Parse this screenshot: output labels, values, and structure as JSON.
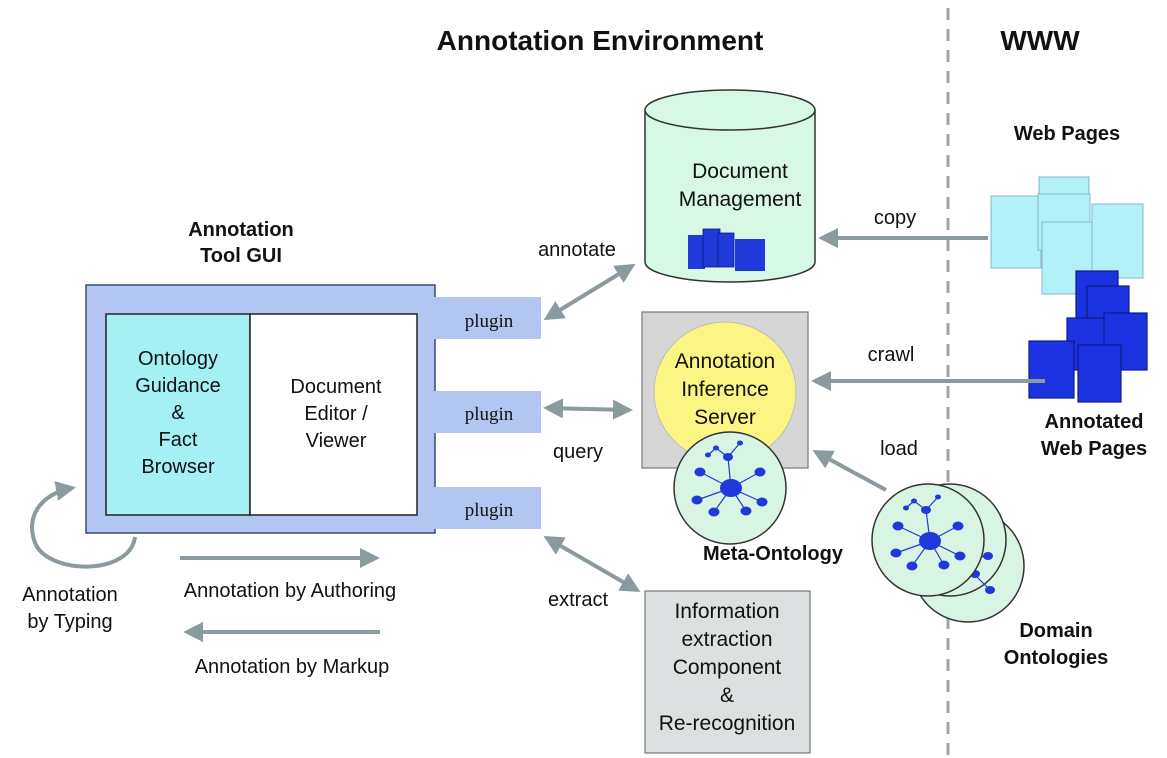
{
  "headings": {
    "environment": "Annotation Environment",
    "www": "WWW"
  },
  "tool_gui": {
    "title_line1": "Annotation",
    "title_line2": "Tool GUI",
    "left_pane": [
      "Ontology",
      "Guidance",
      "&",
      "Fact",
      "Browser"
    ],
    "right_pane": [
      "Document",
      "Editor /",
      "Viewer"
    ]
  },
  "plugins": [
    "plugin",
    "plugin",
    "plugin"
  ],
  "document_management": [
    "Document",
    "Management"
  ],
  "inference_server": [
    "Annotation",
    "Inference",
    "Server"
  ],
  "meta_ontology": "Meta-Ontology",
  "information_extraction": [
    "Information",
    "extraction",
    "Component",
    "&",
    "Re-recognition"
  ],
  "web_pages": "Web Pages",
  "annotated_web_pages": [
    "Annotated",
    "Web Pages"
  ],
  "domain_ontologies": [
    "Domain",
    "Ontologies"
  ],
  "edge_labels": {
    "annotate": "annotate",
    "query": "query",
    "extract": "extract",
    "copy": "copy",
    "crawl": "crawl",
    "load": "load"
  },
  "bottom_labels": {
    "typing": [
      "Annotation",
      "by Typing"
    ],
    "authoring": "Annotation by Authoring",
    "markup": "Annotation by Markup"
  },
  "colors": {
    "frame_blue": "#b3c6f2",
    "pane_cyan": "#a4f0f3",
    "cylinder_green": "#d8f8e6",
    "server_grey": "#d6d6d6",
    "server_yellow": "#fbf583",
    "ontology_green": "#d8f5e3",
    "node_blue": "#1f3ad8",
    "page_cyan": "#b2f1f8",
    "page_dark_blue": "#1b33e0",
    "arrow_grey": "#8b9a9e",
    "box_grey": "#dde0e0"
  }
}
